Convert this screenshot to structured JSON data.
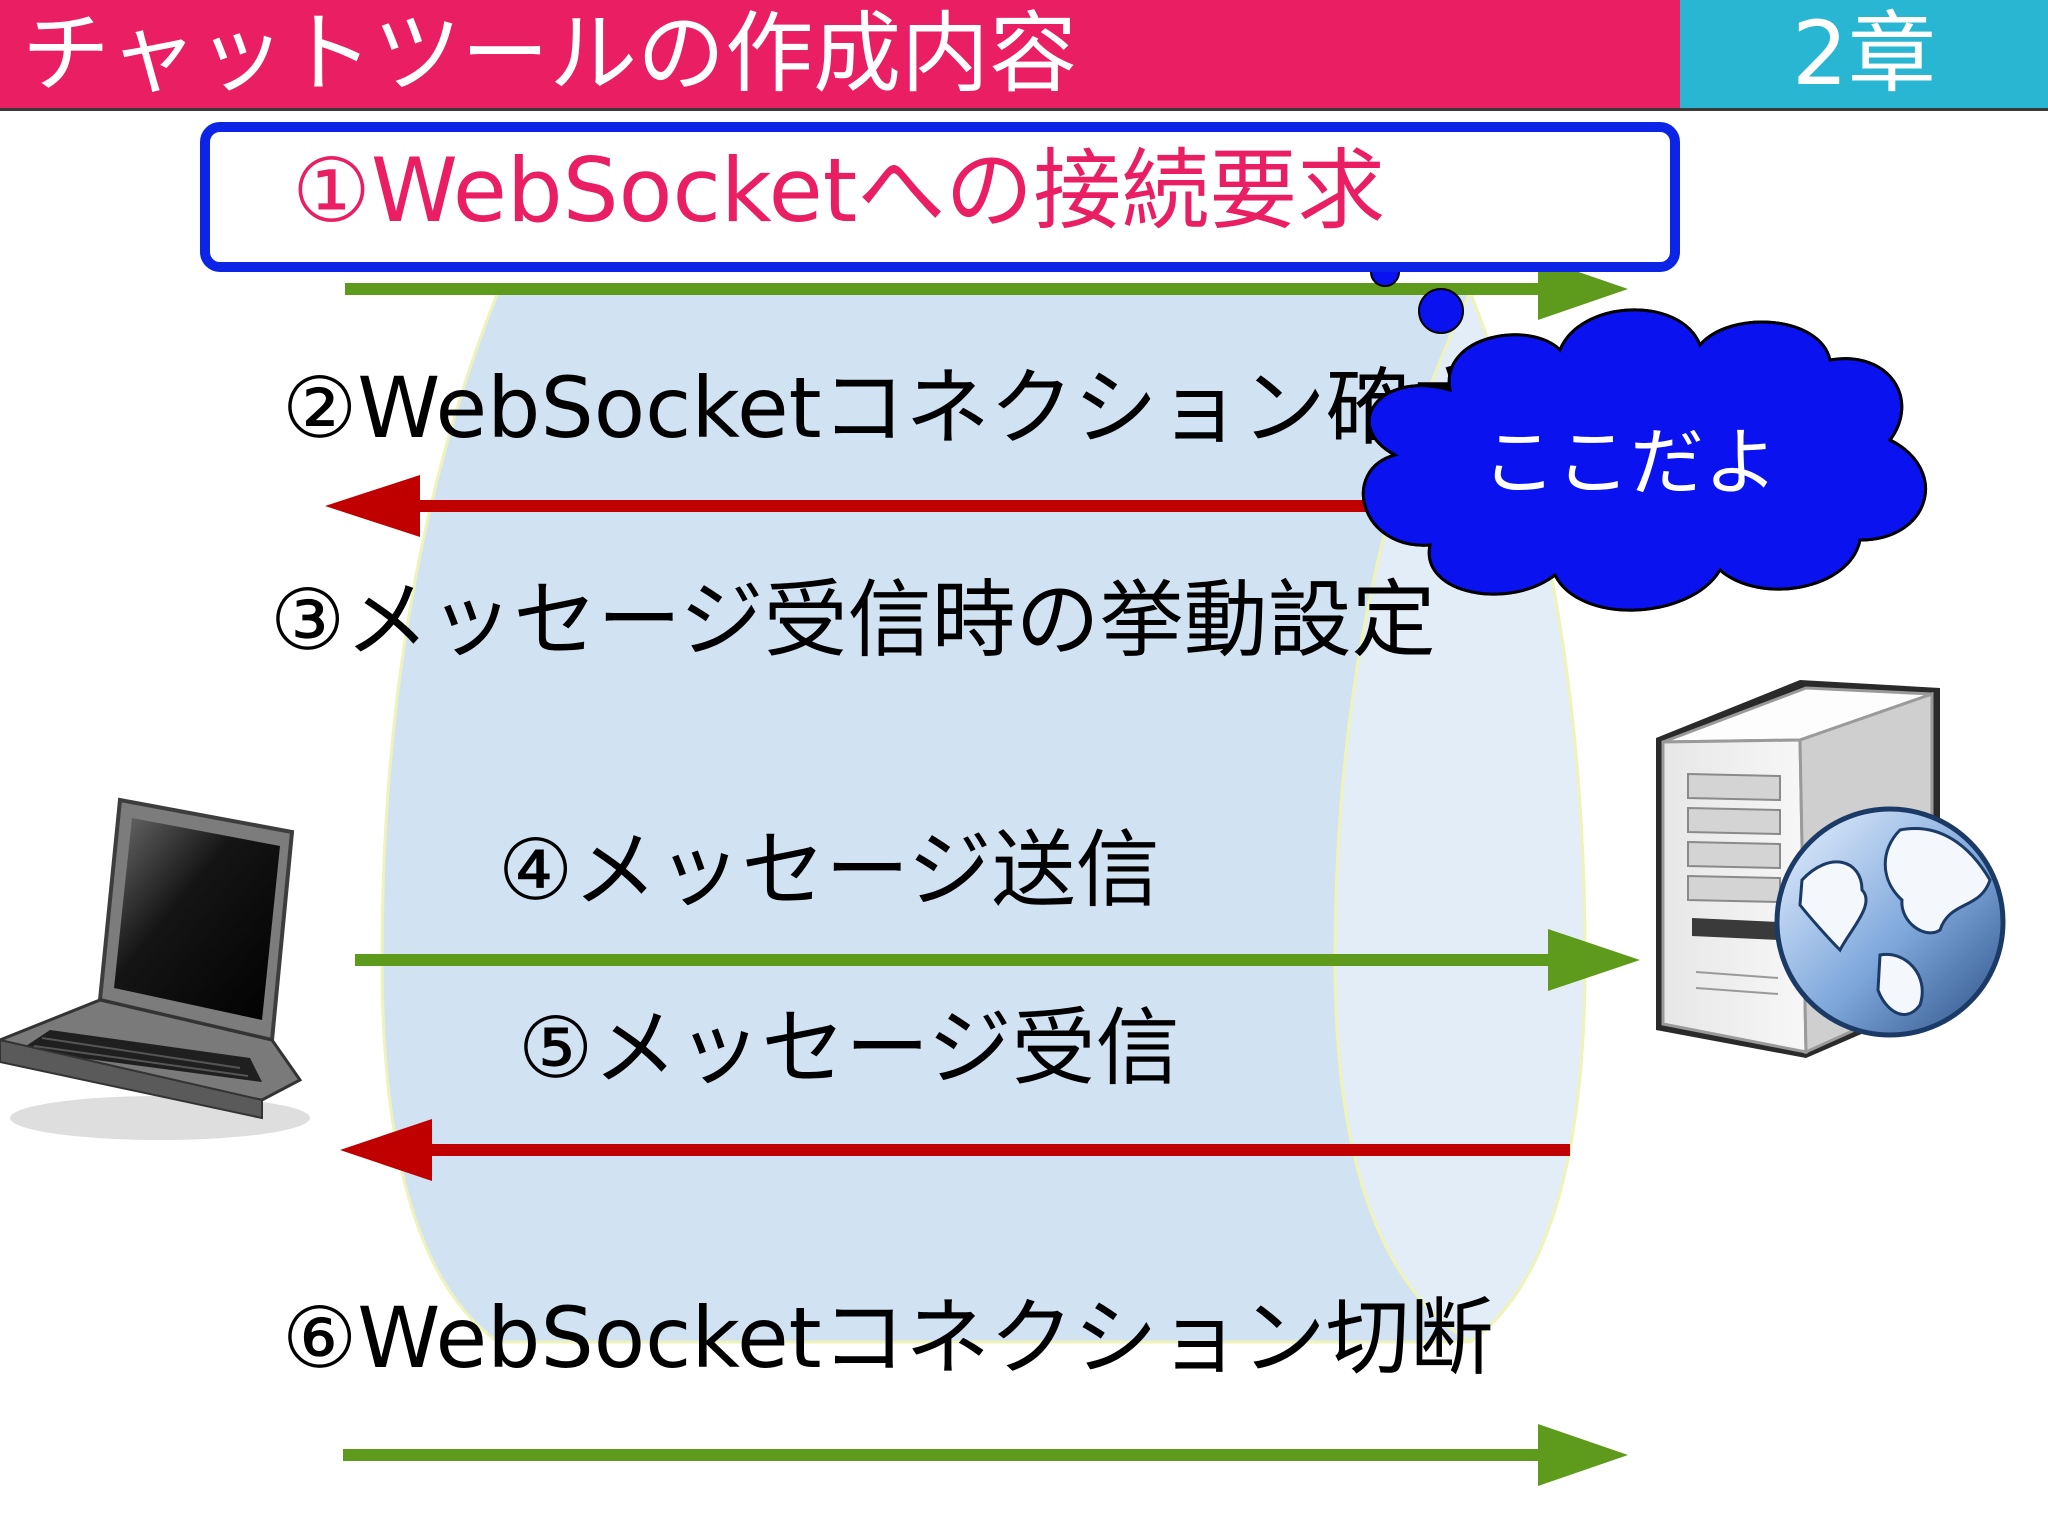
{
  "header": {
    "title": "チャットツールの作成内容",
    "chapter": "2章"
  },
  "steps": [
    {
      "label": "①WebSocketへの接続要求"
    },
    {
      "label": "②WebSocketコネクション確立"
    },
    {
      "label": "③メッセージ受信時の挙動設定"
    },
    {
      "label": "④メッセージ送信"
    },
    {
      "label": "⑤メッセージ受信"
    },
    {
      "label": "⑥WebSocketコネクション切断"
    }
  ],
  "callout": {
    "text": "ここだよ"
  },
  "colors": {
    "title_bar": "#e91e63",
    "chapter_bar": "#29b6d3",
    "highlight_border": "#0b24e6",
    "highlight_text": "#e91e63",
    "send_arrow": "#5e9a1c",
    "receive_arrow": "#c00000",
    "channel": "#cfe2f3",
    "cloud": "#0b12f0"
  },
  "icons": {
    "client": "laptop-icon",
    "server": "server-icon",
    "globe": "globe-icon"
  }
}
